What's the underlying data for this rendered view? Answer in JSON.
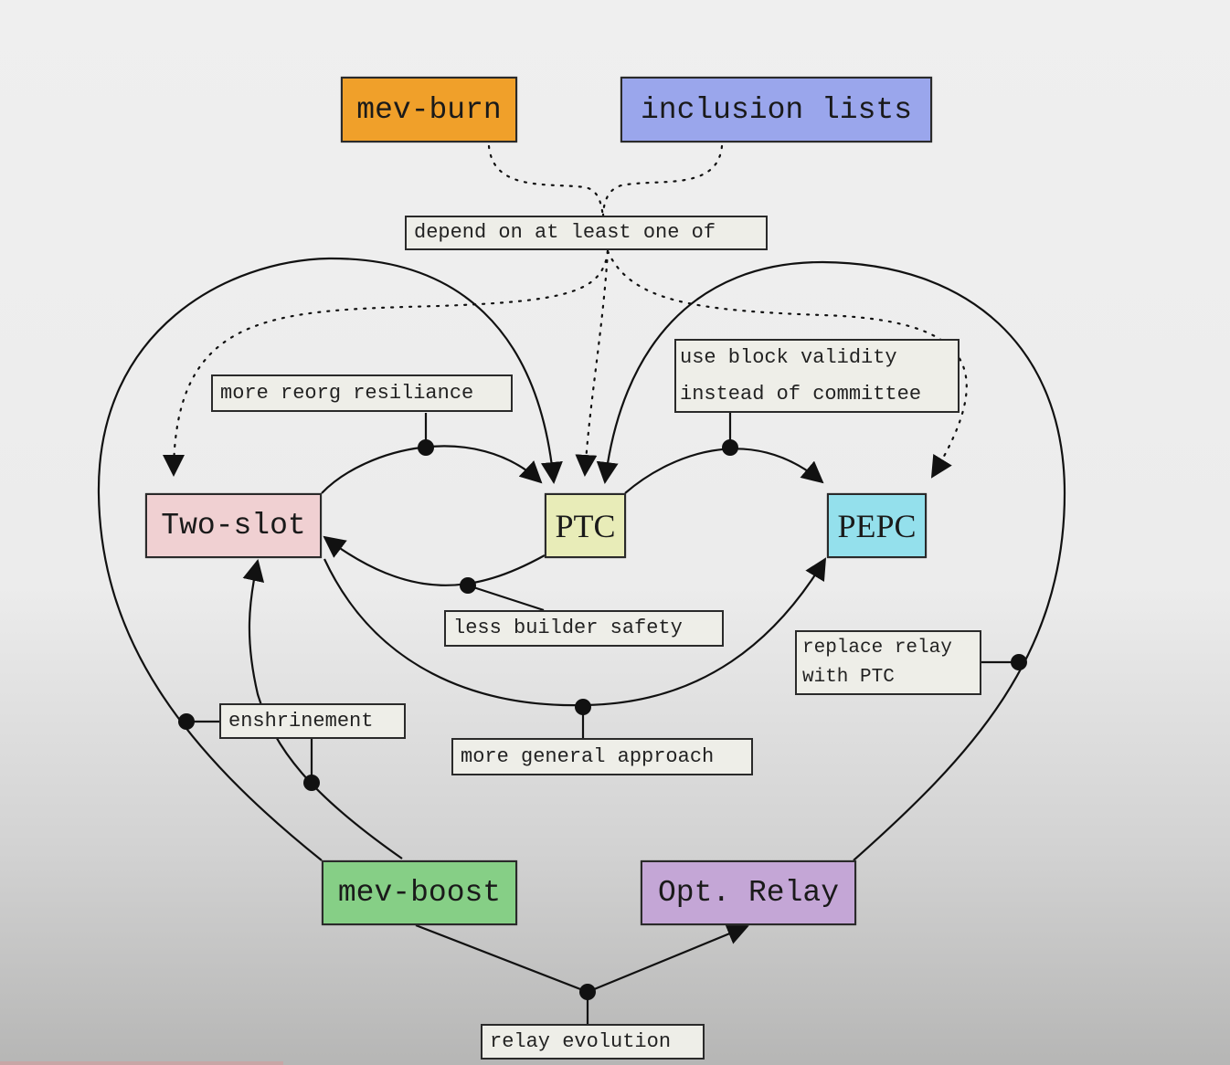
{
  "diagram": {
    "nodes": {
      "mev_burn": {
        "label": "mev-burn",
        "color": "#f0a02a"
      },
      "inclusion_lists": {
        "label": "inclusion lists",
        "color": "#9aa6ec"
      },
      "two_slot": {
        "label": "Two-slot",
        "color": "#f0d0d2"
      },
      "ptc": {
        "label": "PTC",
        "color": "#e8ecb8"
      },
      "pepc": {
        "label": "PEPC",
        "color": "#94e0ec"
      },
      "mev_boost": {
        "label": "mev-boost",
        "color": "#86cf86"
      },
      "opt_relay": {
        "label": "Opt. Relay",
        "color": "#c4a6d6"
      }
    },
    "labels": {
      "depend": "depend on at least one of",
      "reorg": "more reorg resiliance",
      "block_validity": [
        "use block validity",
        "instead of committee"
      ],
      "builder_safety": "less builder safety",
      "replace_relay": [
        "replace relay",
        "with PTC"
      ],
      "enshrinement": "enshrinement",
      "general": "more general approach",
      "relay_evolution": "relay evolution"
    },
    "edges": [
      {
        "from": "mev-burn",
        "to": "depend on at least one of",
        "style": "dotted"
      },
      {
        "from": "inclusion lists",
        "to": "depend on at least one of",
        "style": "dotted"
      },
      {
        "from": "depend on at least one of",
        "to": "Two-slot",
        "style": "dotted"
      },
      {
        "from": "depend on at least one of",
        "to": "PTC",
        "style": "dotted"
      },
      {
        "from": "depend on at least one of",
        "to": "PEPC",
        "style": "dotted"
      },
      {
        "from": "Two-slot",
        "to": "PTC",
        "label": "more reorg resiliance"
      },
      {
        "from": "PTC",
        "to": "PEPC",
        "label": "use block validity instead of committee"
      },
      {
        "from": "PTC",
        "to": "Two-slot",
        "label": "less builder safety"
      },
      {
        "from": "Two-slot",
        "to": "PEPC",
        "label": "more general approach"
      },
      {
        "from": "mev-boost",
        "to": "PTC",
        "label": "enshrinement"
      },
      {
        "from": "mev-boost",
        "to": "Two-slot",
        "label": "enshrinement"
      },
      {
        "from": "Opt. Relay",
        "to": "PTC",
        "label": "replace relay with PTC"
      },
      {
        "from": "mev-boost",
        "to": "Opt. Relay",
        "label": "relay evolution"
      }
    ]
  }
}
